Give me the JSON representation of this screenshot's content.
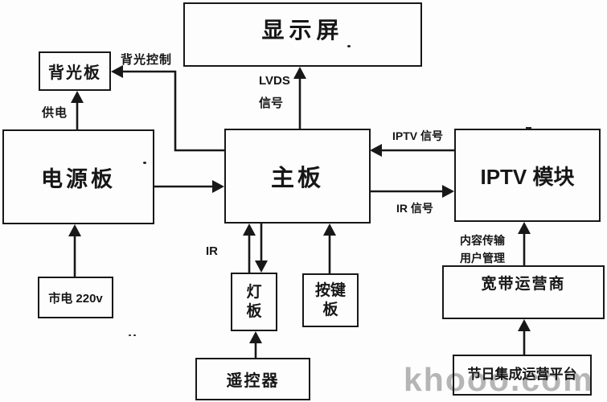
{
  "boxes": {
    "display": {
      "label": "显示屏"
    },
    "backlight": {
      "label": "背光板"
    },
    "power": {
      "label": "电源板"
    },
    "main": {
      "label": "主板"
    },
    "iptv": {
      "label": "IPTV 模块"
    },
    "mains": {
      "label": "市电 220v"
    },
    "lamp": {
      "line1": "灯",
      "line2": "板"
    },
    "keypad": {
      "line1": "按键",
      "line2": "板"
    },
    "remote": {
      "label": "遥控器"
    },
    "broadband": {
      "label": "宽带运营商"
    },
    "platform": {
      "label": "节日集成运营平台"
    }
  },
  "labels": {
    "backlight_control": "背光控制",
    "power_supply": "供电",
    "lvds_line1": "LVDS",
    "lvds_line2": "信号",
    "iptv_signal": "IPTV 信号",
    "ir_signal": "IR 信号",
    "ir": "IR",
    "content_transfer": "内容传输",
    "user_management": "用户管理"
  },
  "watermark": "khooo.com",
  "colors": {
    "ink": "#181818",
    "background": "#fdfdfd",
    "watermark": "#b5b5b5"
  }
}
